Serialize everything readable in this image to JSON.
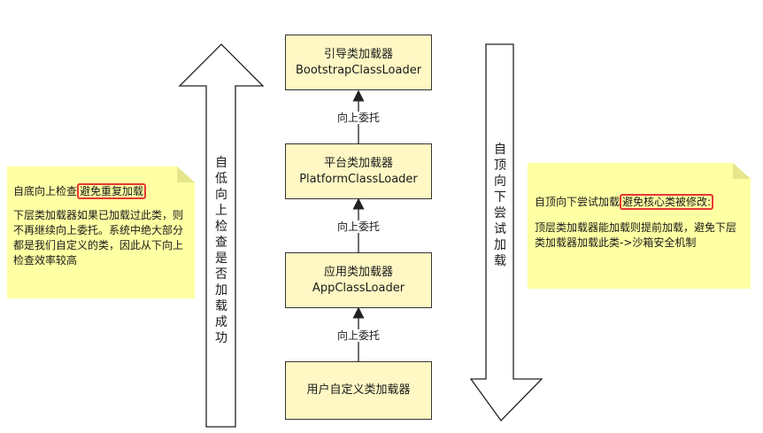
{
  "nodes": [
    {
      "title": "引导类加载器",
      "name": "BootstrapClassLoader"
    },
    {
      "title": "平台类加载器",
      "name": "PlatformClassLoader"
    },
    {
      "title": "应用类加载器",
      "name": "AppClassLoader"
    },
    {
      "title": "用户自定义类加载器",
      "name": ""
    }
  ],
  "edge_labels": [
    "向上委托",
    "向上委托",
    "向上委托"
  ],
  "left_arrow_chars": [
    "自",
    "低",
    "向",
    "上",
    "检",
    "查",
    "是",
    "否",
    "加",
    "载",
    "成",
    "功"
  ],
  "right_arrow_chars": [
    "自",
    "顶",
    "向",
    "下",
    "尝",
    "试",
    "加",
    "载"
  ],
  "left_note": {
    "prefix": "自底向上检查",
    "highlight": "避免重复加载",
    "body": "下层类加载器如果已加载过此类，则不再继续向上委托。系统中绝大部分都是我们自定义的类，因此从下向上检查效率较高"
  },
  "right_note": {
    "prefix": "自顶向下尝试加载",
    "highlight": "避免核心类被修改:",
    "body": "顶层类加载器能加载则提前加载，避免下层类加载器加载此类->沙箱安全机制"
  },
  "colors": {
    "note_fill": "#ffffa3",
    "node_fill": "#fff8c4",
    "highlight_border": "#e53935"
  }
}
